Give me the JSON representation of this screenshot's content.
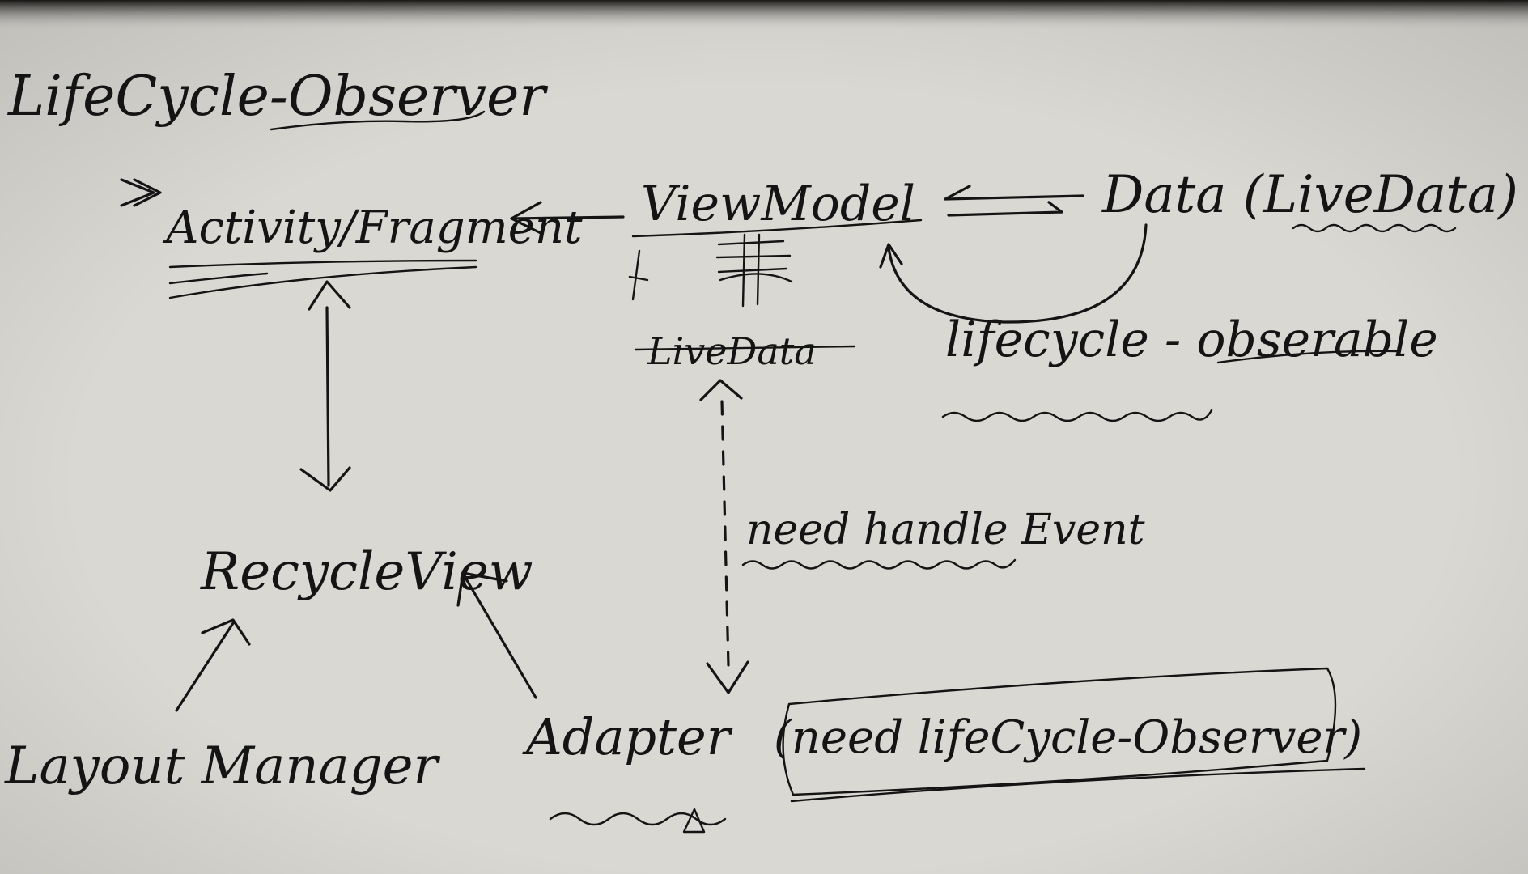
{
  "labels": {
    "lifecycle_observer": "LifeCycle-Observer",
    "activity_fragment": "Activity/Fragment",
    "viewmodel": "ViewModel",
    "data": "Data (LiveData)",
    "livedata_struck": "LiveData",
    "lifecycle_observable": "lifecycle - obserable",
    "recycleview": "RecycleView",
    "need_handle_event": "need handle Event",
    "layout_manager": "Layout Manager",
    "adapter": "Adapter",
    "adapter_note": "(need lifeCycle-Observer)"
  },
  "colors": {
    "paper": "#d9d8d3",
    "ink": "#141414",
    "top_shadow": "#2e2d2a"
  }
}
